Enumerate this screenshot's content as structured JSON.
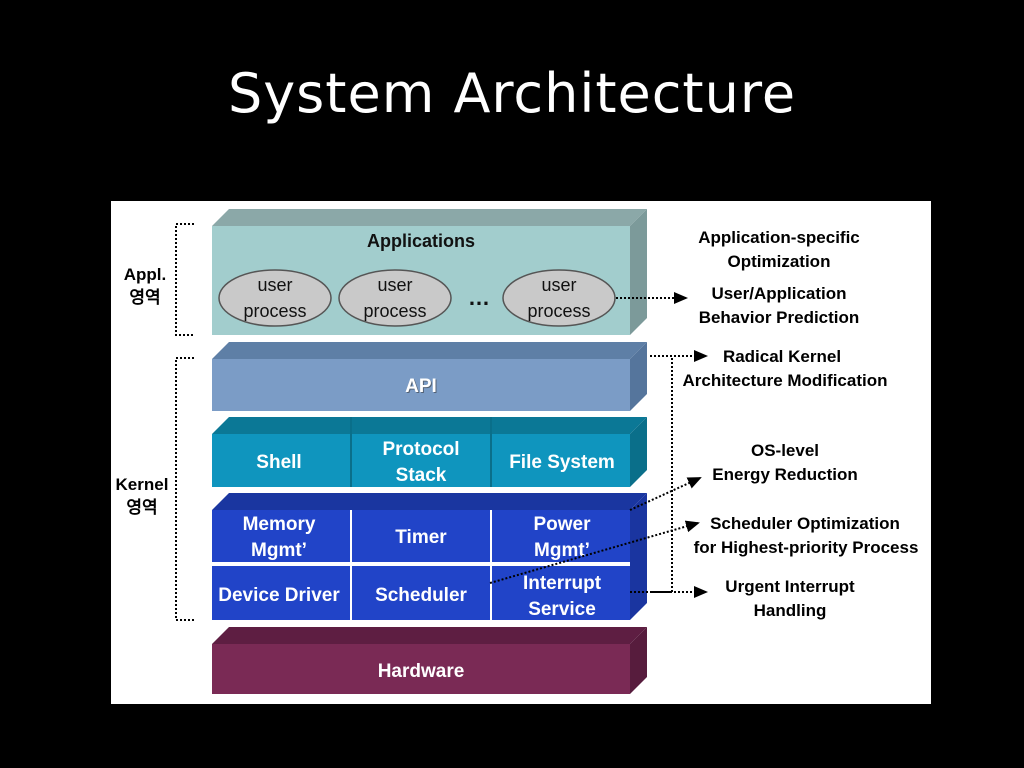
{
  "slide": {
    "title": "System Architecture"
  },
  "diagram": {
    "side_labels": {
      "appl": [
        "Appl.",
        "영역"
      ],
      "kernel": [
        "Kernel",
        "영역"
      ]
    },
    "applications": {
      "title": "Applications",
      "processes": [
        [
          "user",
          "process"
        ],
        [
          "user",
          "process"
        ],
        [
          "user",
          "process"
        ]
      ],
      "ellipsis": "…"
    },
    "layers": {
      "api": "API",
      "shell": "Shell",
      "protocol_stack": [
        "Protocol",
        "Stack"
      ],
      "file_system": "File System",
      "memory_mgmt": [
        "Memory",
        "Mgmt’"
      ],
      "timer": "Timer",
      "power_mgmt": [
        "Power",
        "Mgmt’"
      ],
      "device_driver": "Device Driver",
      "scheduler": "Scheduler",
      "interrupt_service": [
        "Interrupt",
        "Service"
      ],
      "hardware": "Hardware"
    },
    "annotations": {
      "app_specific": [
        "Application-specific",
        "Optimization"
      ],
      "behavior": [
        "User/Application",
        "Behavior Prediction"
      ],
      "radical": [
        "Radical Kernel",
        "Architecture Modification"
      ],
      "energy": [
        "OS-level",
        "Energy Reduction"
      ],
      "scheduler_opt": [
        "Scheduler Optimization",
        "for Highest-priority Process"
      ],
      "interrupt": [
        "Urgent Interrupt",
        "Handling"
      ]
    },
    "colors": {
      "applications": "#a2cdcd",
      "api": "#7b9cc6",
      "middle_row": "#0f95be",
      "kernel_blue": "#2144c8",
      "hardware": "#7a2a55"
    }
  }
}
